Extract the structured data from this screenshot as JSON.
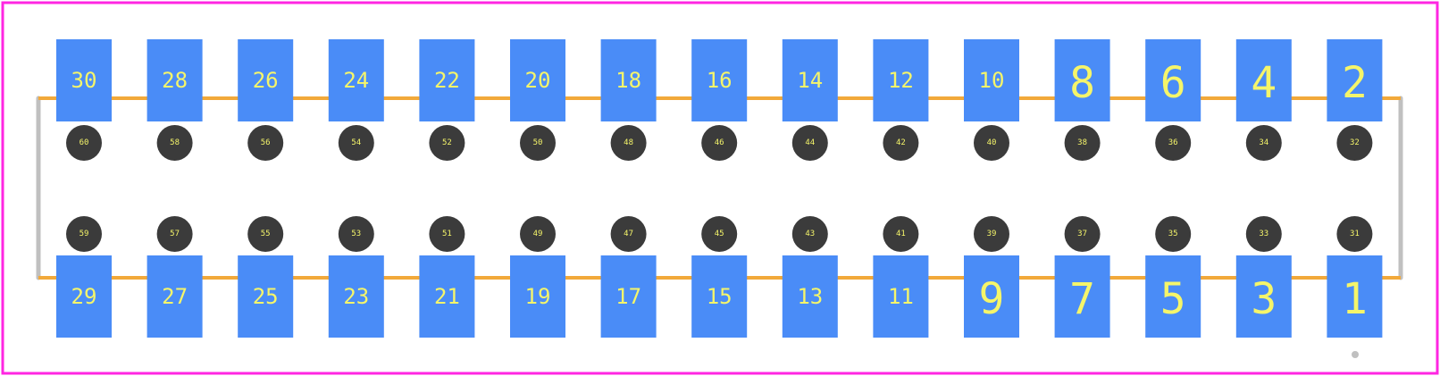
{
  "colors": {
    "background": "#ffffff",
    "border": "#ff26e2",
    "outline": "#c0c0c0",
    "trace": "#f2a93a",
    "pad": "#4a8cf7",
    "hole": "#3b3b3b",
    "label": "#f5f56a",
    "marker": "#c0c0c0"
  },
  "top_pads": [
    "30",
    "28",
    "26",
    "24",
    "22",
    "20",
    "18",
    "16",
    "14",
    "12",
    "10",
    "8",
    "6",
    "4",
    "2"
  ],
  "bottom_pads": [
    "29",
    "27",
    "25",
    "23",
    "21",
    "19",
    "17",
    "15",
    "13",
    "11",
    "9",
    "7",
    "5",
    "3",
    "1"
  ],
  "top_holes": [
    "60",
    "58",
    "56",
    "54",
    "52",
    "50",
    "48",
    "46",
    "44",
    "42",
    "40",
    "38",
    "36",
    "34",
    "32"
  ],
  "bottom_holes": [
    "59",
    "57",
    "55",
    "53",
    "51",
    "49",
    "47",
    "45",
    "43",
    "41",
    "39",
    "37",
    "35",
    "33",
    "31"
  ]
}
